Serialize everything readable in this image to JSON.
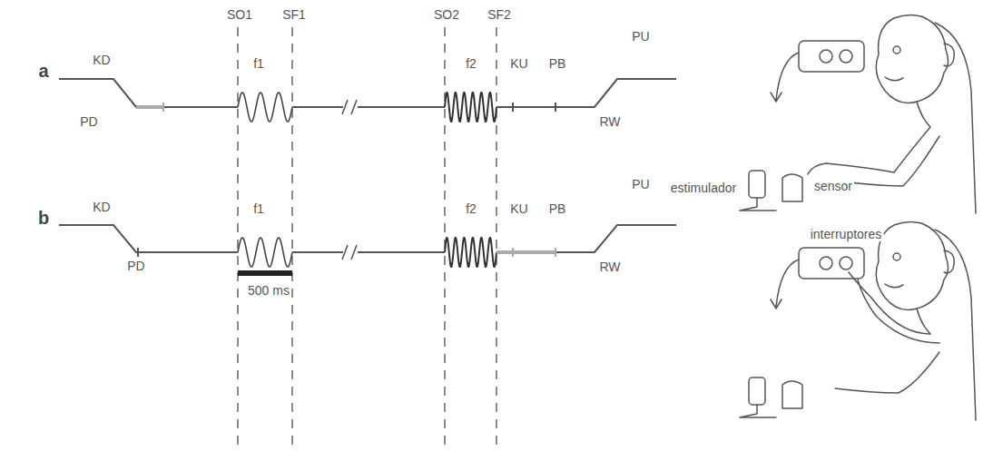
{
  "diagram": {
    "labels": [
      "SO1",
      "SF1",
      "SO2",
      "SF2",
      "a",
      "KD",
      "f1",
      "f2",
      "KU",
      "PB",
      "PU",
      "PD",
      "RW",
      "estimulador",
      "sensor",
      "b",
      "KD",
      "f1",
      "f2",
      "KU",
      "PB",
      "PU",
      "PD",
      "RW",
      "interruptores",
      "500 ms"
    ]
  }
}
